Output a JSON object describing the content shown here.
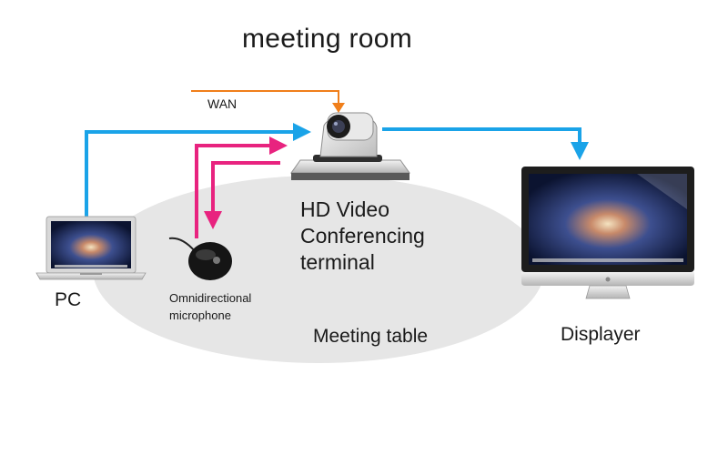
{
  "diagram": {
    "title": "meeting room",
    "wan_label": "WAN",
    "terminal_label": [
      "HD Video",
      "Conferencing",
      "terminal"
    ],
    "pc_label": "PC",
    "mic_label": [
      "Omnidirectional",
      "microphone"
    ],
    "table_label": "Meeting table",
    "display_label": "Displayer"
  },
  "colors": {
    "wan_arrow": "#f07f1b",
    "video_arrow": "#1aa3e8",
    "audio_arrow": "#e8237f",
    "table": "#e6e6e6"
  },
  "icons": [
    "laptop-icon",
    "camera-terminal-icon",
    "microphone-icon",
    "monitor-icon"
  ]
}
